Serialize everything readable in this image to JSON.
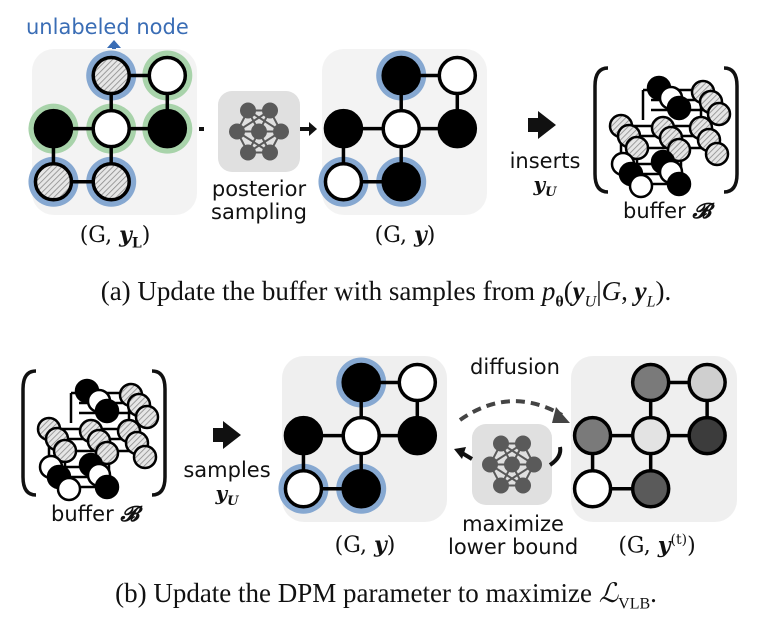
{
  "panel_a": {
    "annotation": "unlabeled node",
    "graph_input": {
      "label_prefix": "(G, ",
      "label_var": "y",
      "label_sub": "L",
      "label_suffix": ")",
      "nodes": [
        {
          "id": "n1",
          "fill": "hatched",
          "ring": "blue"
        },
        {
          "id": "n2",
          "fill": "white",
          "ring": "green"
        },
        {
          "id": "n3",
          "fill": "black",
          "ring": "green"
        },
        {
          "id": "n4",
          "fill": "white",
          "ring": "green"
        },
        {
          "id": "n5",
          "fill": "black",
          "ring": "green"
        },
        {
          "id": "n6",
          "fill": "hatched",
          "ring": "blue"
        },
        {
          "id": "n7",
          "fill": "hatched",
          "ring": "blue"
        }
      ]
    },
    "model_label_line1": "posterior",
    "model_label_line2": "sampling",
    "graph_sampled": {
      "label_prefix": "(G, ",
      "label_var": "y",
      "label_suffix": ")",
      "nodes": [
        {
          "id": "n1",
          "fill": "black",
          "ring": "blue"
        },
        {
          "id": "n2",
          "fill": "white",
          "ring": "none"
        },
        {
          "id": "n3",
          "fill": "black",
          "ring": "none"
        },
        {
          "id": "n4",
          "fill": "white",
          "ring": "none"
        },
        {
          "id": "n5",
          "fill": "black",
          "ring": "none"
        },
        {
          "id": "n6",
          "fill": "white",
          "ring": "blue"
        },
        {
          "id": "n7",
          "fill": "black",
          "ring": "blue"
        }
      ]
    },
    "action_label": "inserts",
    "action_var": "y",
    "action_sub": "U",
    "buffer_label": "buffer",
    "buffer_symbol": "𝓑",
    "caption_prefix": "(a) Update the buffer with samples from ",
    "caption_math": "p",
    "caption_math_sub": "θ",
    "caption_math_args": "(y",
    "caption_math_args_sub1": "U",
    "caption_math_mid": "|G, y",
    "caption_math_args_sub2": "L",
    "caption_suffix": ")."
  },
  "panel_b": {
    "buffer_label": "buffer",
    "buffer_symbol": "𝓑",
    "action_label": "samples",
    "action_var": "y",
    "action_sub": "U",
    "graph_clean": {
      "label_prefix": "(G, ",
      "label_var": "y",
      "label_suffix": ")",
      "nodes": [
        {
          "id": "n1",
          "fill": "black",
          "ring": "blue"
        },
        {
          "id": "n2",
          "fill": "white",
          "ring": "none"
        },
        {
          "id": "n3",
          "fill": "black",
          "ring": "none"
        },
        {
          "id": "n4",
          "fill": "white",
          "ring": "none"
        },
        {
          "id": "n5",
          "fill": "black",
          "ring": "none"
        },
        {
          "id": "n6",
          "fill": "white",
          "ring": "blue"
        },
        {
          "id": "n7",
          "fill": "black",
          "ring": "blue"
        }
      ]
    },
    "diffusion_label": "diffusion",
    "model_label_line1": "maximize",
    "model_label_line2": "lower bound",
    "graph_noisy": {
      "label_prefix": "(G, ",
      "label_var": "y",
      "label_sup": "(t)",
      "label_suffix": ")",
      "nodes": [
        {
          "id": "n1",
          "fill": "#7a7a7a",
          "ring": "none"
        },
        {
          "id": "n2",
          "fill": "#cfcfcf",
          "ring": "none"
        },
        {
          "id": "n3",
          "fill": "#7a7a7a",
          "ring": "none"
        },
        {
          "id": "n4",
          "fill": "#e3e3e3",
          "ring": "none"
        },
        {
          "id": "n5",
          "fill": "#3c3c3c",
          "ring": "none"
        },
        {
          "id": "n6",
          "fill": "#ffffff",
          "ring": "none"
        },
        {
          "id": "n7",
          "fill": "#5a5a5a",
          "ring": "none"
        }
      ]
    },
    "caption_prefix": "(b) Update the DPM parameter to maximize ",
    "caption_math": "ℒ",
    "caption_math_sub": "VLB",
    "caption_suffix": "."
  },
  "colors": {
    "unlabeled_ring": "#86a8d1",
    "labeled_ring": "#a8d3aa",
    "annotation_text": "#3a6db5",
    "panel_bg": "#f3f3f3",
    "gnn_box_bg": "#e0e0e0",
    "gnn_node": "#5a5a5a"
  }
}
